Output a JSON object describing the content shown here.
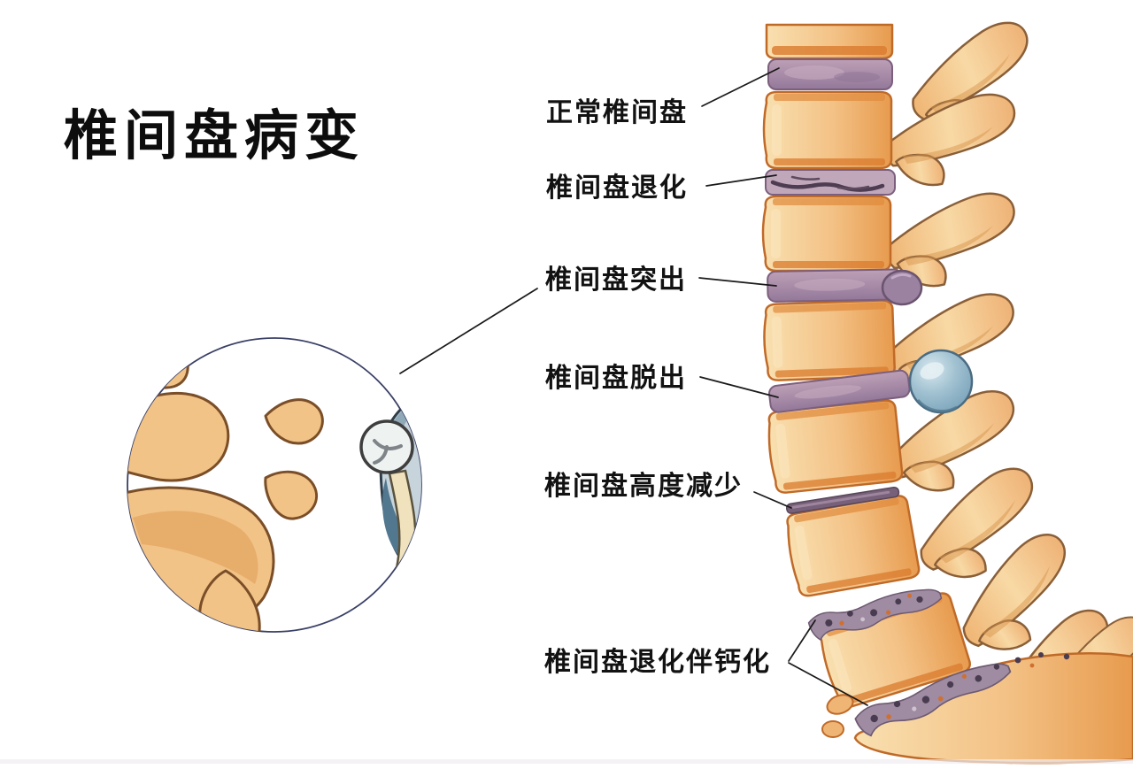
{
  "title": "椎间盘病变",
  "labels": [
    {
      "id": "normal-disc",
      "text": "正常椎间盘"
    },
    {
      "id": "disc-degeneration",
      "text": "椎间盘退化"
    },
    {
      "id": "disc-protrusion",
      "text": "椎间盘突出"
    },
    {
      "id": "disc-prolapse",
      "text": "椎间盘脱出"
    },
    {
      "id": "disc-height-loss",
      "text": "椎间盘高度减少"
    },
    {
      "id": "disc-degeneration-calcification",
      "text": "椎间盘退化伴钙化"
    }
  ],
  "icons": {
    "spine-illustration": "lateral-spine-art",
    "cross-section-inset": "vertebra-cross-section-art"
  },
  "colors": {
    "background": "#ffffff",
    "text": "#111111",
    "leader_line": "#1a1a1a",
    "bone": "#f3c185",
    "bone_highlight": "#f9e0b0",
    "bone_shadow": "#e79b4e",
    "bone_outline": "#c06a28",
    "process_outline": "#8a5f38",
    "disc_normal": "#a289a6",
    "disc_degenerated": "#c0a8ba",
    "disc_crack": "#4e3d52",
    "disc_outline": "#7c5f7d",
    "prolapse_fragment": "#8fb3c8",
    "prolapse_rim": "#4a6b82",
    "narrowed_disc": "#776079",
    "calcified_disc": "#9f8ba2",
    "calcified_speck_dark": "#4a3c50",
    "calcified_speck_orange": "#cf7030",
    "inset_border": "#3a4066",
    "inset_disc_ring": "#c7d4dc",
    "inset_disc_shadow": "#52788f",
    "inset_nucleus": "#fbfdfd",
    "spinal_cord": "#eef2f1",
    "nerve_root": "#efe2bd"
  }
}
